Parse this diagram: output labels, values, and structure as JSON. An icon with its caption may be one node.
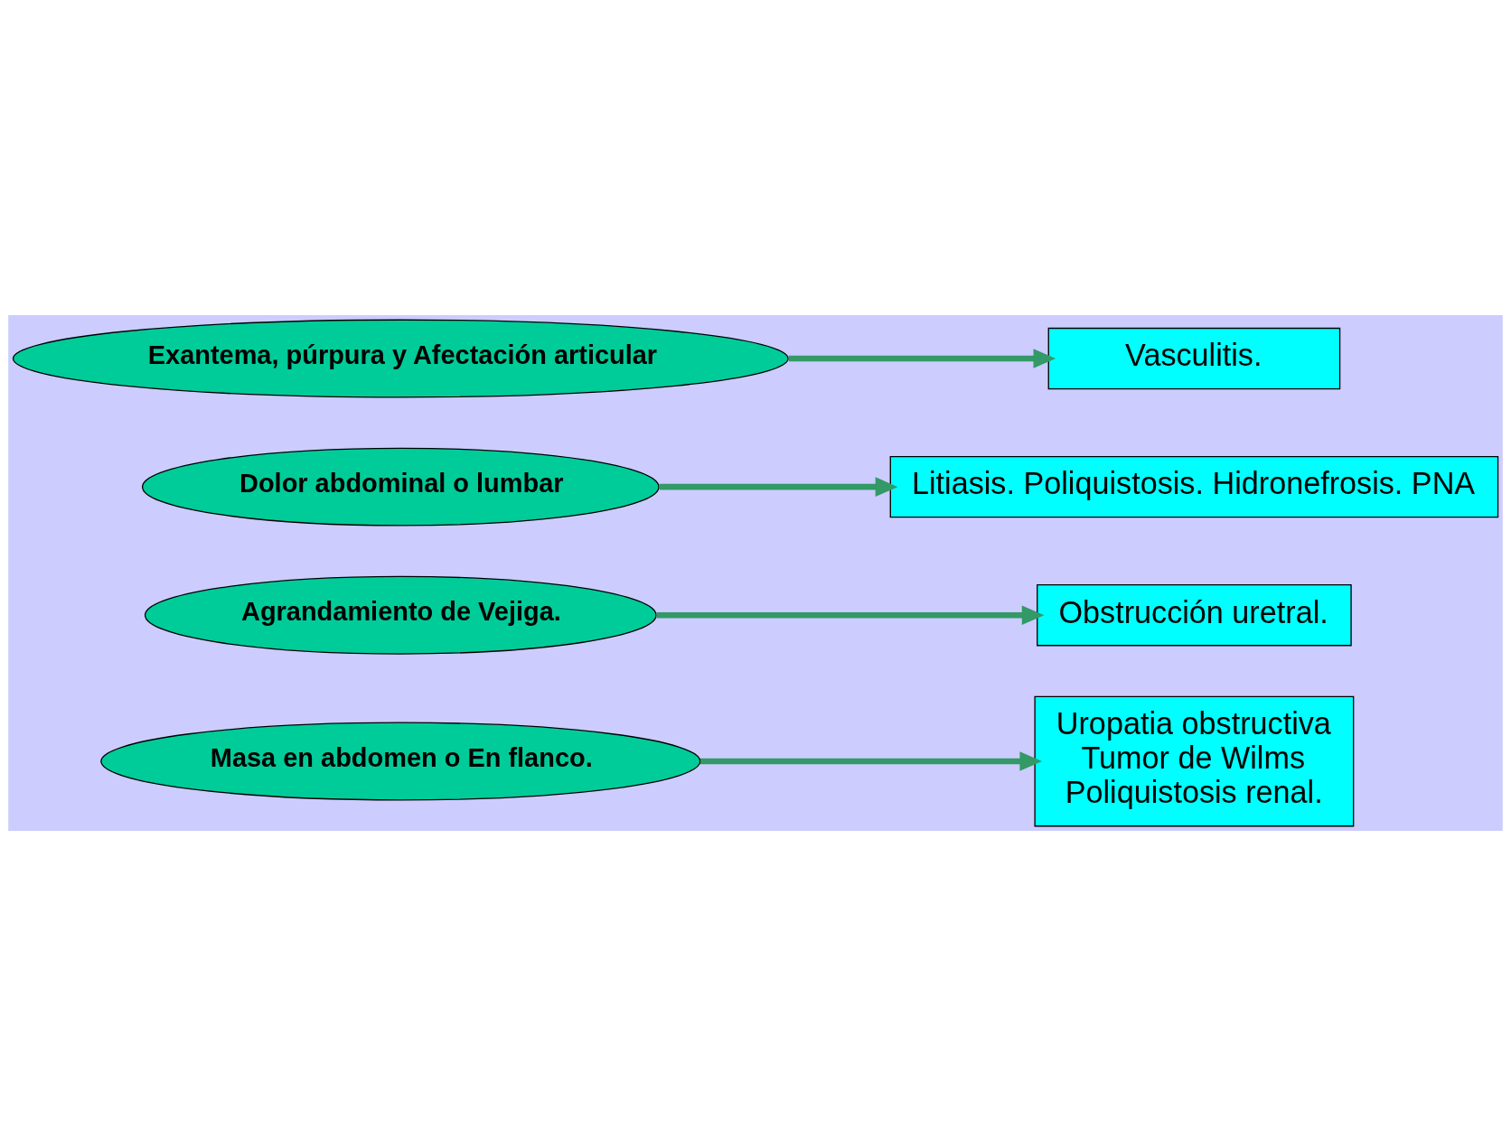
{
  "diagram": {
    "nodes": [
      {
        "text": [
          "Masa en abdomen o En flanco."
        ]
      },
      {
        "text": [
          "Uropatia obstructiva",
          "Tumor de Wilms",
          "Poliquistosis renal."
        ]
      },
      {
        "text": [
          "Agrandamiento de Vejiga."
        ]
      },
      {
        "text": [
          "Obstrucción uretral."
        ]
      },
      {
        "text": [
          "Dolor abdominal o lumbar"
        ]
      },
      {
        "text": [
          "Litiasis. Poliquistosis. Hidronefrosis. PNA"
        ]
      },
      {
        "text": [
          "Exantema, púrpura y Afectación articular"
        ]
      },
      {
        "text": [
          "Vasculitis."
        ]
      }
    ],
    "edges": [
      {
        "from": 0,
        "to": 1,
        "arrow": "to"
      },
      {
        "from": 2,
        "to": 3,
        "arrow": "to"
      },
      {
        "from": 4,
        "to": 5,
        "arrow": "to"
      },
      {
        "from": 6,
        "to": 7,
        "arrow": "to"
      }
    ]
  }
}
